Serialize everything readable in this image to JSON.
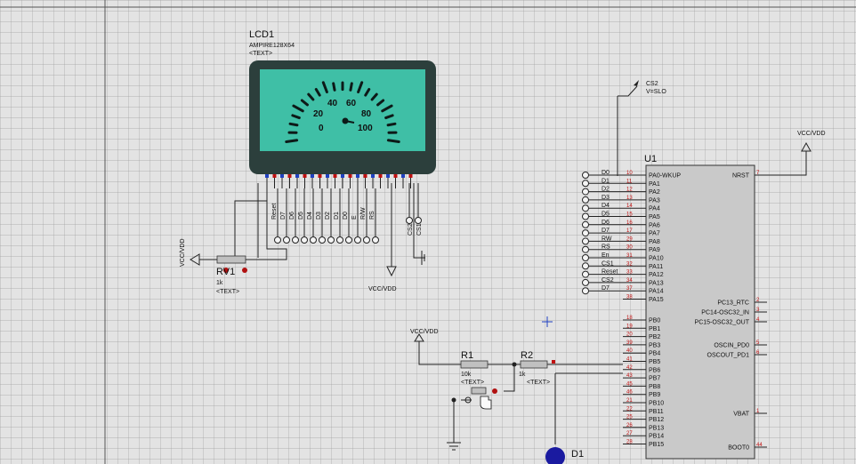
{
  "lcd": {
    "ref": "LCD1",
    "part": "AMPIRE128X64",
    "text": "<TEXT>",
    "gauge_ticks": [
      "0",
      "20",
      "40",
      "60",
      "80",
      "100"
    ],
    "bottom_pins": [
      "Reset",
      "D7",
      "D6",
      "D5",
      "D4",
      "D3",
      "D2",
      "D1",
      "D0",
      "E",
      "R/W",
      "RS"
    ],
    "cs_pins": [
      "CS2",
      "CS1"
    ]
  },
  "rv1": {
    "ref": "RV1",
    "value": "1k",
    "text": "<TEXT>"
  },
  "r1": {
    "ref": "R1",
    "value": "10k",
    "text": "<TEXT>"
  },
  "r2": {
    "ref": "R2",
    "value": "1k",
    "text": "<TEXT>"
  },
  "d1": {
    "ref": "D1"
  },
  "u1": {
    "ref": "U1",
    "left_pins": [
      {
        "num": "10",
        "name": "PA0-WKUP",
        "net": "D0"
      },
      {
        "num": "11",
        "name": "PA1",
        "net": "D1"
      },
      {
        "num": "12",
        "name": "PA2",
        "net": "D2"
      },
      {
        "num": "13",
        "name": "PA3",
        "net": "D3"
      },
      {
        "num": "14",
        "name": "PA4",
        "net": "D4"
      },
      {
        "num": "15",
        "name": "PA5",
        "net": "D5"
      },
      {
        "num": "16",
        "name": "PA6",
        "net": "D6"
      },
      {
        "num": "17",
        "name": "PA7",
        "net": "D7"
      },
      {
        "num": "29",
        "name": "PA8",
        "net": "RW"
      },
      {
        "num": "30",
        "name": "PA9",
        "net": "RS"
      },
      {
        "num": "31",
        "name": "PA10",
        "net": "En"
      },
      {
        "num": "32",
        "name": "PA11",
        "net": "CS1"
      },
      {
        "num": "33",
        "name": "PA12",
        "net": "Reset"
      },
      {
        "num": "34",
        "name": "PA13",
        "net": "CS2"
      },
      {
        "num": "37",
        "name": "PA14",
        "net": "D7"
      },
      {
        "num": "38",
        "name": "PA15",
        "net": ""
      },
      {
        "num": "18",
        "name": "PB0",
        "net": ""
      },
      {
        "num": "19",
        "name": "PB1",
        "net": ""
      },
      {
        "num": "20",
        "name": "PB2",
        "net": ""
      },
      {
        "num": "39",
        "name": "PB3",
        "net": ""
      },
      {
        "num": "40",
        "name": "PB4",
        "net": ""
      },
      {
        "num": "41",
        "name": "PB5",
        "net": ""
      },
      {
        "num": "42",
        "name": "PB6",
        "net": ""
      },
      {
        "num": "43",
        "name": "PB7",
        "net": ""
      },
      {
        "num": "45",
        "name": "PB8",
        "net": ""
      },
      {
        "num": "46",
        "name": "PB9",
        "net": ""
      },
      {
        "num": "21",
        "name": "PB10",
        "net": ""
      },
      {
        "num": "22",
        "name": "PB11",
        "net": ""
      },
      {
        "num": "25",
        "name": "PB12",
        "net": ""
      },
      {
        "num": "26",
        "name": "PB13",
        "net": ""
      },
      {
        "num": "27",
        "name": "PB14",
        "net": ""
      },
      {
        "num": "28",
        "name": "PB15",
        "net": ""
      }
    ],
    "right_pins": [
      {
        "num": "7",
        "name": "NRST"
      },
      {
        "num": "2",
        "name": "PC13_RTC"
      },
      {
        "num": "3",
        "name": "PC14-OSC32_IN"
      },
      {
        "num": "4",
        "name": "PC15-OSC32_OUT"
      },
      {
        "num": "5",
        "name": "OSCIN_PD0"
      },
      {
        "num": "6",
        "name": "OSCOUT_PD1"
      },
      {
        "num": "1",
        "name": "VBAT"
      },
      {
        "num": "44",
        "name": "BOOT0"
      }
    ]
  },
  "cs2_probe": {
    "name": "CS2",
    "state": "V=SLO"
  },
  "power": {
    "vcc": "VCC/VDD"
  }
}
